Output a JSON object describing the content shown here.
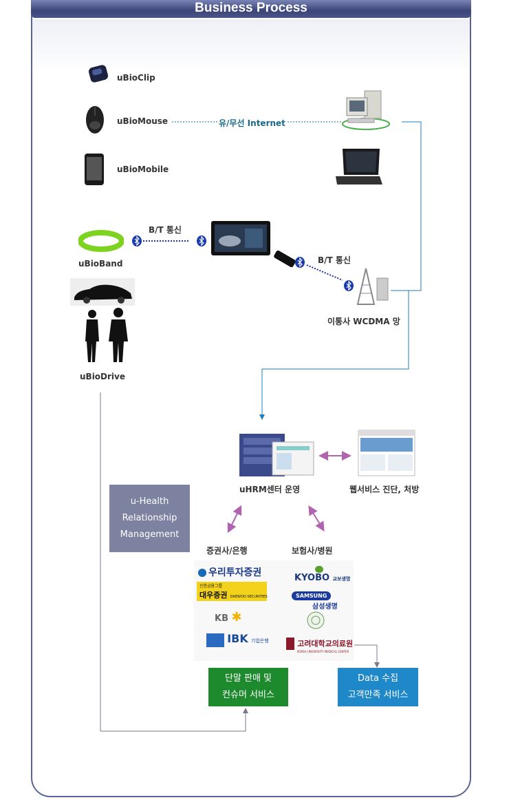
{
  "title": "Business Process",
  "devices": {
    "clip": "uBioClip",
    "mouse": "uBioMouse",
    "mobile": "uBioMobile",
    "band": "uBioBand",
    "drive": "uBioDrive"
  },
  "links": {
    "internet": "유/무선 Internet",
    "bt1": "B/T 통신",
    "bt2": "B/T 통신",
    "wcdma": "이통사 WCDMA 망"
  },
  "center": {
    "uhrm": "uHRM센터 운영",
    "web": "웹서비스 진단, 처방",
    "securities": "증권사/은행",
    "insurance": "보험사/병원"
  },
  "uhealth": [
    "u-Health",
    "Relationship",
    "Management"
  ],
  "logos": {
    "woori": "우리투자증권",
    "daewoo": "대우증권",
    "daewoo_sub": "DAEWOO SECURITIES",
    "daewoo_top": "신한금융그룹",
    "kb": "KB",
    "ibk": "IBK",
    "ibk_sub": "기업은행",
    "kyobo": "KYOBO",
    "kyobo_sub": "교보생명",
    "samsung": "SAMSUNG",
    "samsung_sub": "삼성생명",
    "korea": "고려대학교의료원",
    "korea_sub": "KOREA UNIVERSITY MEDICAL CENTER"
  },
  "services": {
    "sales": [
      "단말 판매 및",
      "컨슈머 서비스"
    ],
    "data": [
      "Data 수집",
      "고객만족 서비스"
    ]
  },
  "colors": {
    "frame": "#5a6494",
    "uhealth_box": "#7c82a0",
    "sales_box": "#1e8a2e",
    "data_box": "#1f88c8",
    "flow_line": "#1e7fb8",
    "arrow_purple": "#b064b0"
  }
}
